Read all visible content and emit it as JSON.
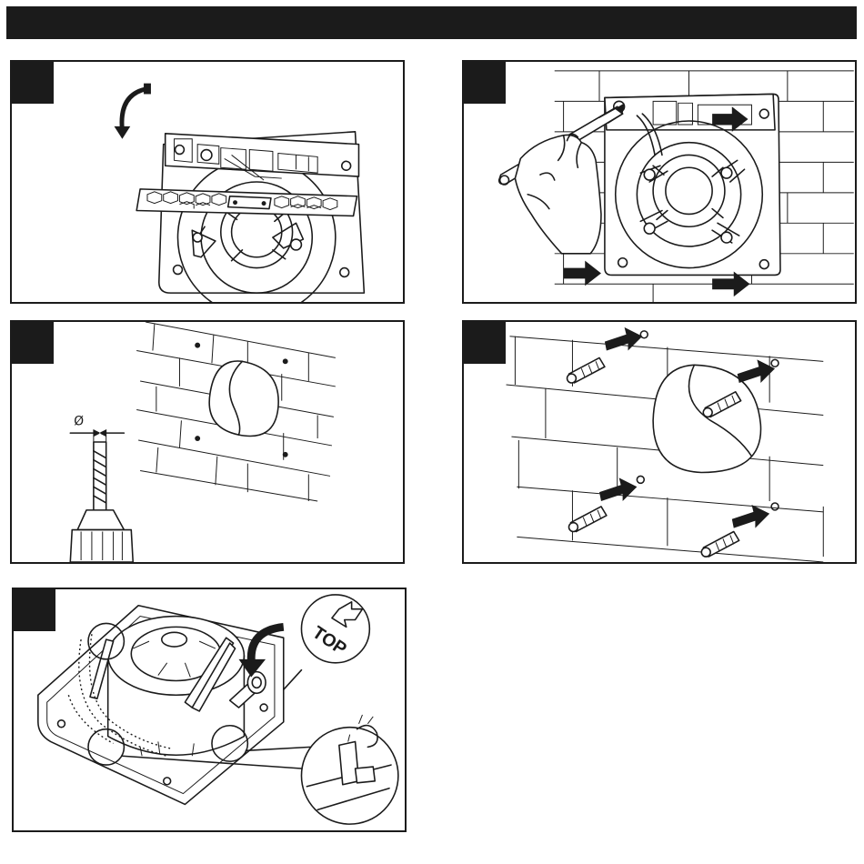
{
  "header": {
    "title": ""
  },
  "steps": [
    {
      "id": "step-1",
      "number": ""
    },
    {
      "id": "step-2",
      "number": ""
    },
    {
      "id": "step-3",
      "number": ""
    },
    {
      "id": "step-4",
      "number": ""
    },
    {
      "id": "step-5",
      "number": ""
    }
  ],
  "labels": {
    "diameter_symbol": "Ø",
    "top_marker": "TOP"
  },
  "icons": [
    "rotate-arrow-icon",
    "push-arrow-icon",
    "top-arrow-icon"
  ],
  "colors": {
    "ink": "#1b1b1b",
    "background": "#ffffff"
  }
}
